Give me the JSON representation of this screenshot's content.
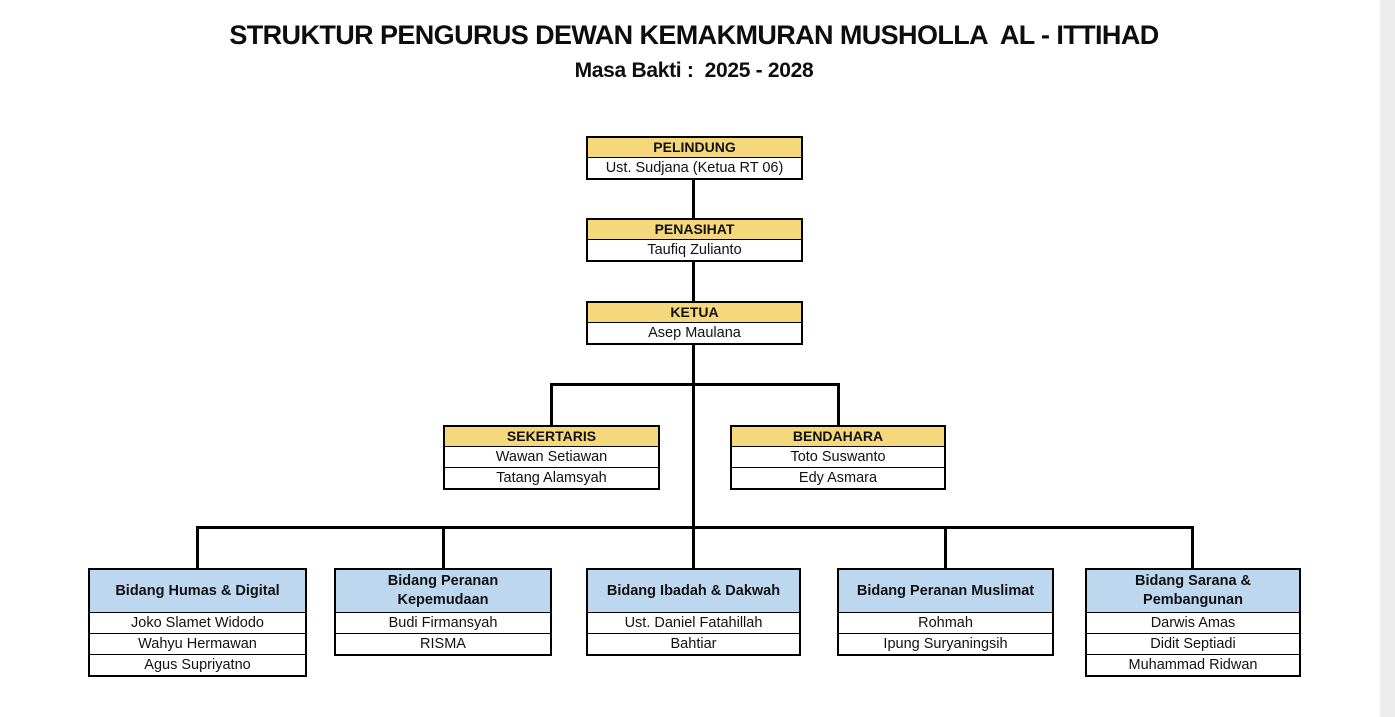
{
  "title": "STRUKTUR PENGURUS DEWAN KEMAKMURAN MUSHOLLA  AL - ITTIHAD",
  "subtitle": "Masa Bakti :  2025 - 2028",
  "nodes": {
    "pelindung": {
      "title": "PELINDUNG",
      "members": [
        "Ust. Sudjana (Ketua RT 06)"
      ]
    },
    "penasihat": {
      "title": "PENASIHAT",
      "members": [
        "Taufiq Zulianto"
      ]
    },
    "ketua": {
      "title": "KETUA",
      "members": [
        "Asep Maulana"
      ]
    },
    "sekertaris": {
      "title": "SEKERTARIS",
      "members": [
        "Wawan Setiawan",
        "Tatang Alamsyah"
      ]
    },
    "bendahara": {
      "title": "BENDAHARA",
      "members": [
        "Toto Suswanto",
        "Edy Asmara"
      ]
    },
    "humas": {
      "title": "Bidang Humas & Digital",
      "members": [
        "Joko Slamet Widodo",
        "Wahyu Hermawan",
        "Agus Supriyatno"
      ]
    },
    "kepemudaan": {
      "title": "Bidang Peranan Kepemudaan",
      "members": [
        "Budi Firmansyah",
        "RISMA"
      ]
    },
    "ibadah": {
      "title": "Bidang Ibadah & Dakwah",
      "members": [
        "Ust. Daniel Fatahillah",
        "Bahtiar"
      ]
    },
    "muslimat": {
      "title": "Bidang Peranan Muslimat",
      "members": [
        "Rohmah",
        "Ipung Suryaningsih"
      ]
    },
    "sarana": {
      "title": "Bidang Sarana & Pembangunan",
      "members": [
        "Darwis Amas",
        "Didit Septiadi",
        "Muhammad Ridwan"
      ]
    }
  },
  "colors": {
    "level_header": "#F6D87C",
    "bidang_header": "#BDD7EE",
    "border": "#000000",
    "background": "#FFFFFF"
  }
}
